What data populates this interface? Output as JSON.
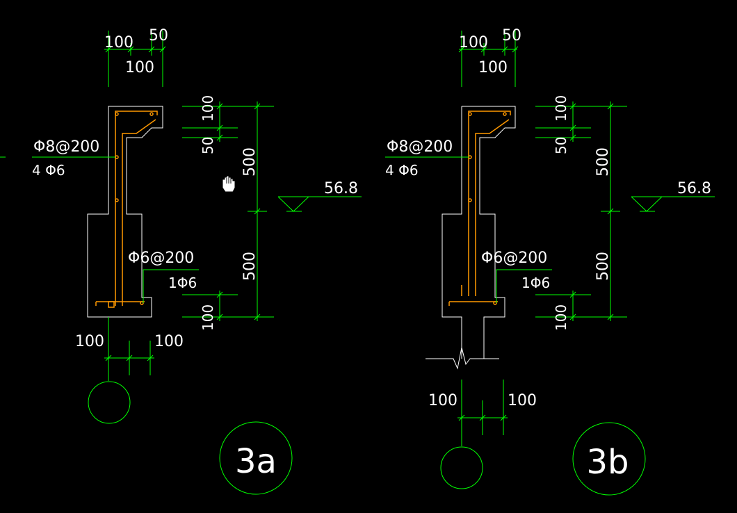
{
  "colors": {
    "background": "#000000",
    "dimension": "#00ff00",
    "outline": "#ffffff",
    "rebar": "#ff9900",
    "text": "#ffffff"
  },
  "cursor": {
    "icon": "hand-pan-icon"
  },
  "detail_a": {
    "top_dim_left": "100",
    "top_dim_right": "50",
    "top_dim_total": "100",
    "rebar_label_1": "Φ8@200",
    "rebar_label_2": "4 Φ6",
    "rebar_label_3": "Φ6@200",
    "rebar_label_4": "1Φ6",
    "right_dim_100_top": "100",
    "right_dim_50": "50",
    "right_dim_500_top": "500",
    "right_dim_500_bottom": "500",
    "right_dim_100_bottom": "100",
    "elevation": "56.8",
    "bottom_dim_left": "100",
    "bottom_dim_right": "100",
    "tag": "3a"
  },
  "detail_b": {
    "top_dim_left": "100",
    "top_dim_right": "50",
    "top_dim_total": "100",
    "rebar_label_1": "Φ8@200",
    "rebar_label_2": "4 Φ6",
    "rebar_label_3": "Φ6@200",
    "rebar_label_4": "1Φ6",
    "right_dim_100_top": "100",
    "right_dim_50": "50",
    "right_dim_500_top": "500",
    "right_dim_500_bottom": "500",
    "right_dim_100_bottom": "100",
    "elevation": "56.8",
    "bottom_dim_left": "100",
    "bottom_dim_right": "100",
    "tag": "3b"
  }
}
